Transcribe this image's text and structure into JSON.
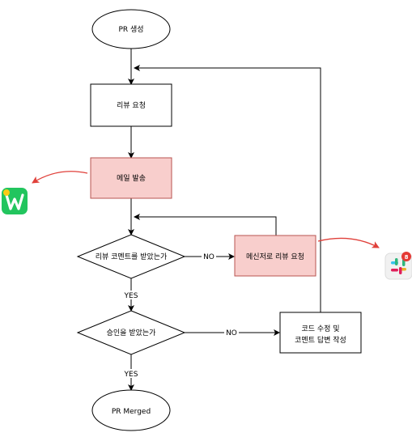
{
  "nodes": {
    "start": "PR 생성",
    "review_request": "리뷰 요청",
    "send_mail": "메일 발송",
    "comment_check": "리뷰 코멘트를 받았는가",
    "messenger_request": "메신저로 리뷰 요청",
    "approval_check": "승인을 받았는가",
    "fix_line1": "코드 수정 및",
    "fix_line2": "코멘트 답변 작성",
    "end": "PR Merged"
  },
  "edges": {
    "comment_no": "NO",
    "comment_yes": "YES",
    "approval_no": "NO",
    "approval_yes": "YES"
  },
  "badges": {
    "slack_count": "8"
  },
  "colors": {
    "highlight_fill": "#f8cecc",
    "highlight_stroke": "#b85450",
    "annotation_arrow": "#e0403a",
    "app_green": "#22c55e"
  },
  "icons": {
    "left_app": "wemeet-app-icon",
    "right_app": "slack-app-icon"
  }
}
